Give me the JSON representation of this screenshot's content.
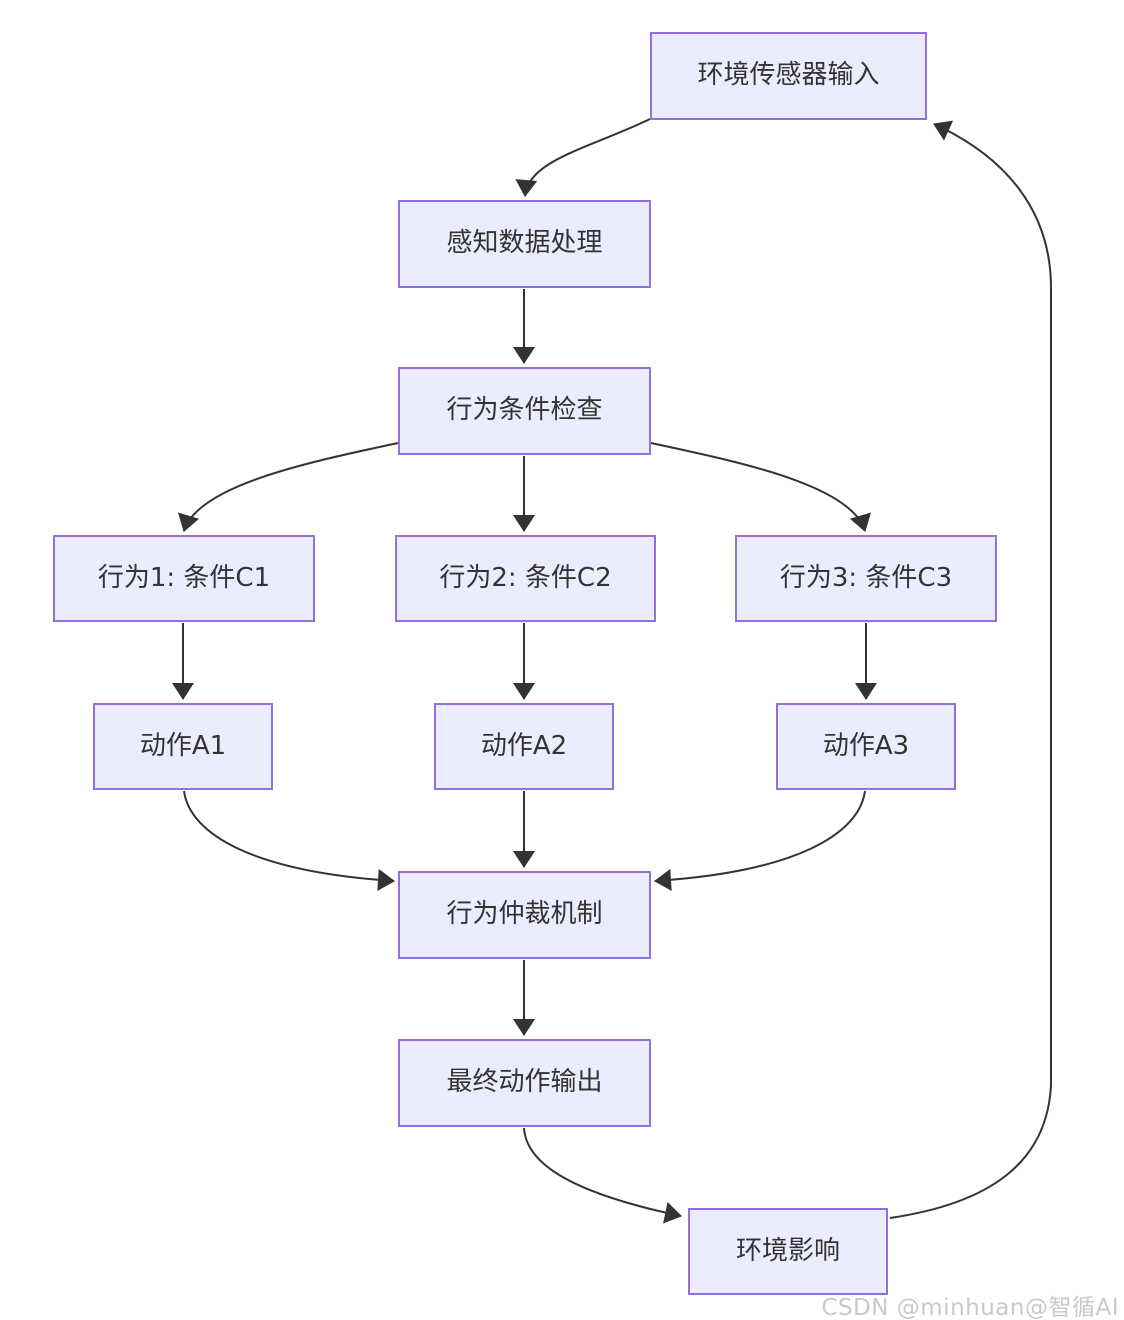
{
  "diagram": {
    "type": "flowchart",
    "direction": "top-down",
    "nodes": [
      {
        "id": "A",
        "label": "环境传感器输入"
      },
      {
        "id": "B",
        "label": "感知数据处理"
      },
      {
        "id": "C",
        "label": "行为条件检查"
      },
      {
        "id": "D1",
        "label": "行为1: 条件C1"
      },
      {
        "id": "D2",
        "label": "行为2: 条件C2"
      },
      {
        "id": "D3",
        "label": "行为3: 条件C3"
      },
      {
        "id": "E1",
        "label": "动作A1"
      },
      {
        "id": "E2",
        "label": "动作A2"
      },
      {
        "id": "E3",
        "label": "动作A3"
      },
      {
        "id": "F",
        "label": "行为仲裁机制"
      },
      {
        "id": "G",
        "label": "最终动作输出"
      },
      {
        "id": "H",
        "label": "环境影响"
      }
    ],
    "edges": [
      {
        "from": "环境传感器输入",
        "to": "感知数据处理"
      },
      {
        "from": "感知数据处理",
        "to": "行为条件检查"
      },
      {
        "from": "行为条件检查",
        "to": "行为1: 条件C1"
      },
      {
        "from": "行为条件检查",
        "to": "行为2: 条件C2"
      },
      {
        "from": "行为条件检查",
        "to": "行为3: 条件C3"
      },
      {
        "from": "行为1: 条件C1",
        "to": "动作A1"
      },
      {
        "from": "行为2: 条件C2",
        "to": "动作A2"
      },
      {
        "from": "行为3: 条件C3",
        "to": "动作A3"
      },
      {
        "from": "动作A1",
        "to": "行为仲裁机制"
      },
      {
        "from": "动作A2",
        "to": "行为仲裁机制"
      },
      {
        "from": "动作A3",
        "to": "行为仲裁机制"
      },
      {
        "from": "行为仲裁机制",
        "to": "最终动作输出"
      },
      {
        "from": "最终动作输出",
        "to": "环境影响"
      },
      {
        "from": "环境影响",
        "to": "环境传感器输入"
      }
    ],
    "style": {
      "node_fill": "#ECECFF",
      "node_border": "#9370DB",
      "node_text_color": "#333333",
      "edge_color": "#333333",
      "background": "#ffffff"
    }
  },
  "watermark": {
    "text": "CSDN @minhuan@智循AI",
    "color": "#c9c9c9"
  }
}
